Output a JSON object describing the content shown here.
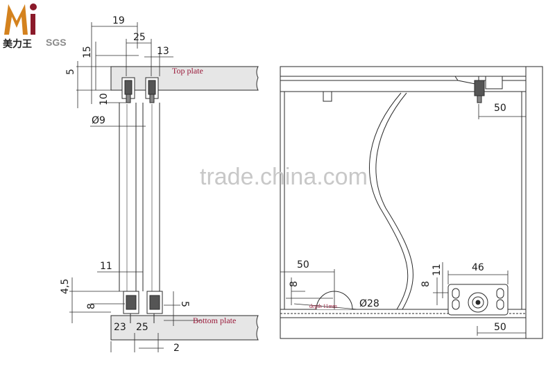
{
  "logo": {
    "mark": "Mi",
    "brand_cn": "美力王",
    "cert": "SGS",
    "colors": {
      "m": "#d4821e",
      "i": "#8b1a2a"
    }
  },
  "watermark": "trade.china.com",
  "left_view": {
    "top_plate_label": "Top plate",
    "bottom_plate_label": "Bottom plate",
    "dims": {
      "d19": "19",
      "d25_top": "25",
      "d13": "13",
      "d15": "15",
      "d5_top": "5",
      "d10": "10",
      "d9": "Ø9",
      "d11": "11",
      "d4_5": "4,5",
      "d8": "8",
      "d5_bottom": "5",
      "d23": "23",
      "d25_bottom": "25",
      "d2": "2"
    }
  },
  "right_view": {
    "depth_label": "depth 11mm",
    "dims": {
      "d50_top": "50",
      "d50_left": "50",
      "d8_left": "8",
      "d28": "Ø28",
      "d46": "46",
      "d11": "11",
      "d8_right": "8",
      "d50_bottom": "50"
    }
  },
  "colors": {
    "line": "#2a2a2a",
    "plate_fill": "#e6e6e6",
    "label": "#9a1a3a",
    "watermark": "#c8c8c8"
  }
}
